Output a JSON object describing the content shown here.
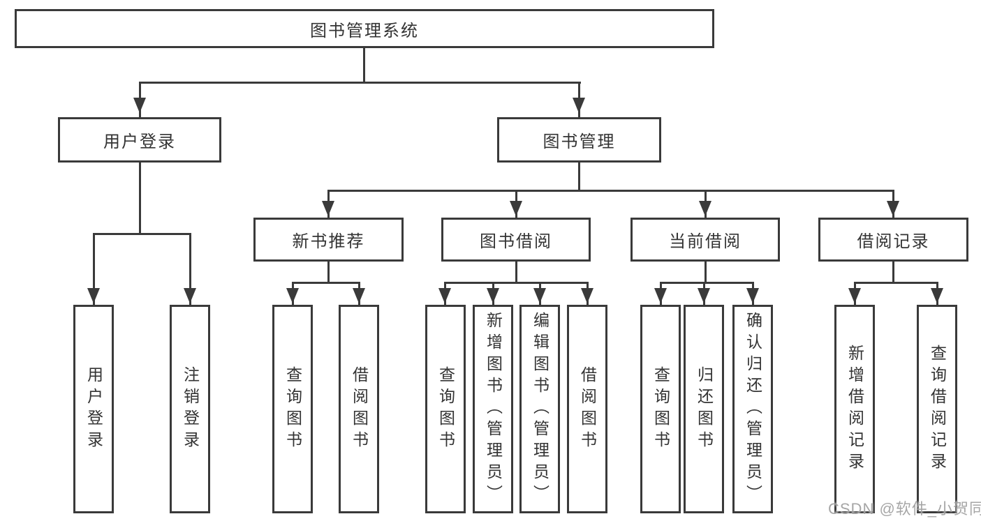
{
  "tree": {
    "root": {
      "label": "图书管理系统",
      "children": [
        {
          "label": "用户登录",
          "children": [
            {
              "label": "用户登录"
            },
            {
              "label": "注销登录"
            }
          ]
        },
        {
          "label": "图书管理",
          "children": [
            {
              "label": "新书推荐",
              "children": [
                {
                  "label": "查询图书"
                },
                {
                  "label": "借阅图书"
                }
              ]
            },
            {
              "label": "图书借阅",
              "children": [
                {
                  "label": "查询图书"
                },
                {
                  "label": "新增图书（管理员）"
                },
                {
                  "label": "编辑图书（管理员）"
                },
                {
                  "label": "借阅图书"
                }
              ]
            },
            {
              "label": "当前借阅",
              "children": [
                {
                  "label": "查询图书"
                },
                {
                  "label": "归还图书"
                },
                {
                  "label": "确认归还（管理员）"
                }
              ]
            },
            {
              "label": "借阅记录",
              "children": [
                {
                  "label": "新增借阅记录"
                },
                {
                  "label": "查询借阅记录"
                }
              ]
            }
          ]
        }
      ]
    }
  },
  "watermark": {
    "text": "CSDN @软件_小贺同学"
  },
  "colors": {
    "line": "#3a3a3a",
    "text": "#333333",
    "watermark": "#9e9e9e",
    "background": "#ffffff"
  }
}
